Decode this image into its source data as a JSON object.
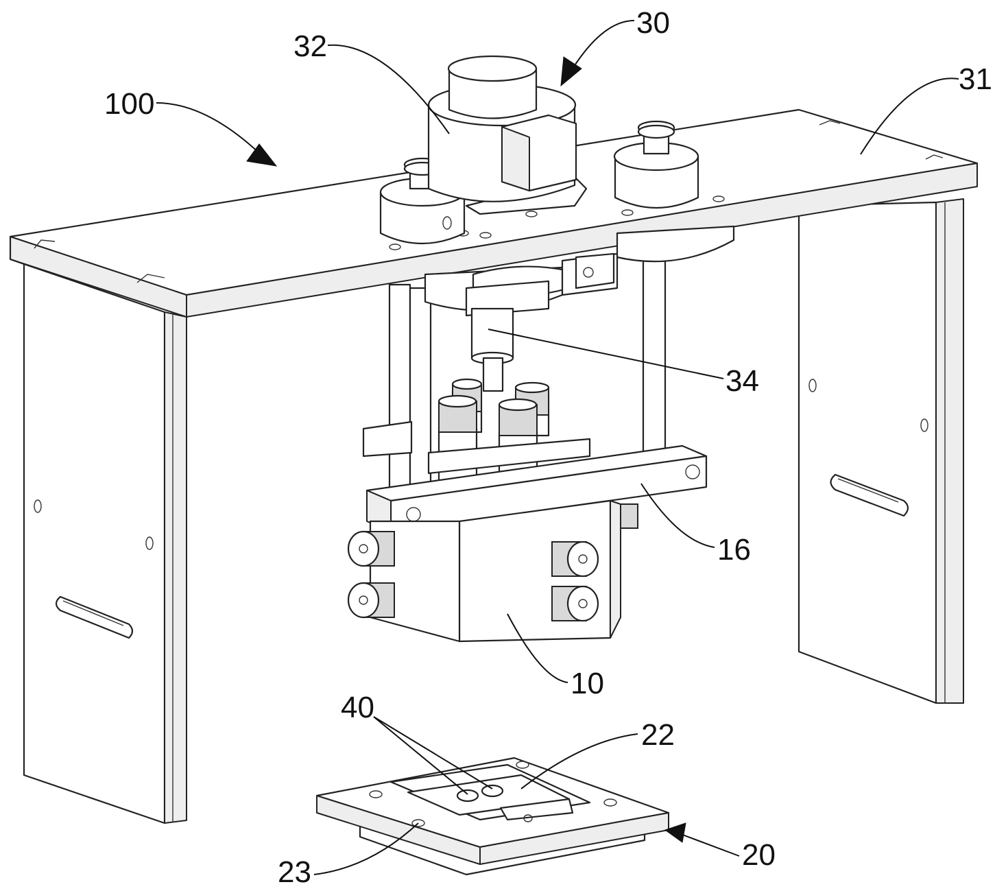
{
  "figure": {
    "labels": [
      {
        "id": "label-100",
        "text": "100"
      },
      {
        "id": "label-32",
        "text": "32"
      },
      {
        "id": "label-30",
        "text": "30"
      },
      {
        "id": "label-31",
        "text": "31"
      },
      {
        "id": "label-34",
        "text": "34"
      },
      {
        "id": "label-16",
        "text": "16"
      },
      {
        "id": "label-10",
        "text": "10"
      },
      {
        "id": "label-40",
        "text": "40"
      },
      {
        "id": "label-22",
        "text": "22"
      },
      {
        "id": "label-20",
        "text": "20"
      },
      {
        "id": "label-23",
        "text": "23"
      }
    ]
  }
}
